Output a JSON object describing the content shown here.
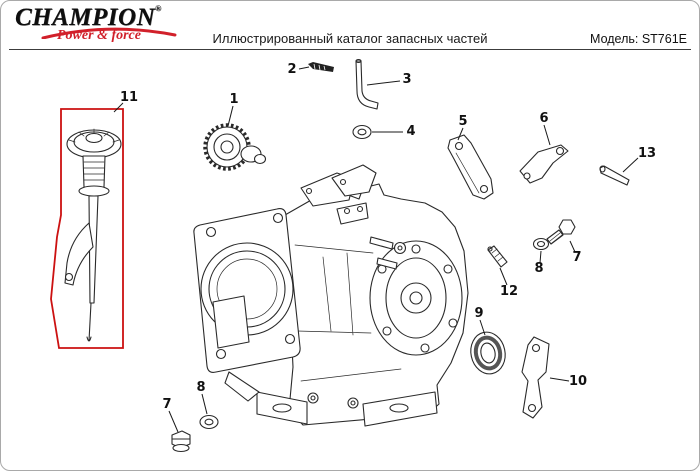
{
  "header": {
    "logo": {
      "brand": "CHAMPION",
      "registered": "®",
      "tagline": "Power & force",
      "brand_color": "#0e0e0e",
      "accent_color": "#d1202a"
    },
    "title": "Иллюстрированный каталог запасных частей",
    "model_label": "Модель: ST761E"
  },
  "diagram": {
    "highlight_color": "#cc1111",
    "line_color": "#2a2a2a",
    "callouts": [
      "11",
      "2",
      "3",
      "1",
      "4",
      "5",
      "6",
      "13",
      "7",
      "8",
      "12",
      "9",
      "10",
      "8",
      "7"
    ]
  }
}
